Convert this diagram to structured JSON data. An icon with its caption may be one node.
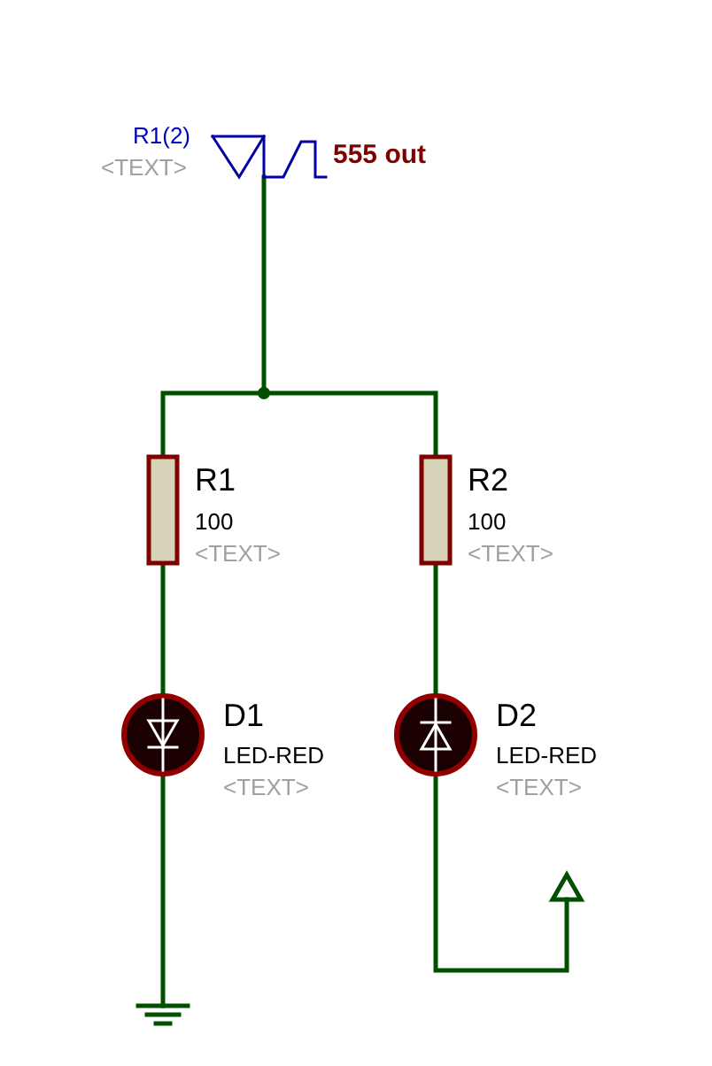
{
  "diagram": {
    "labels": [
      "R1(2)",
      "<TEXT>",
      "555 out",
      "R1",
      "100",
      "<TEXT>",
      "R2",
      "100",
      "<TEXT>",
      "D1",
      "LED-RED",
      "<TEXT>",
      "D2",
      "LED-RED",
      "<TEXT>"
    ]
  }
}
